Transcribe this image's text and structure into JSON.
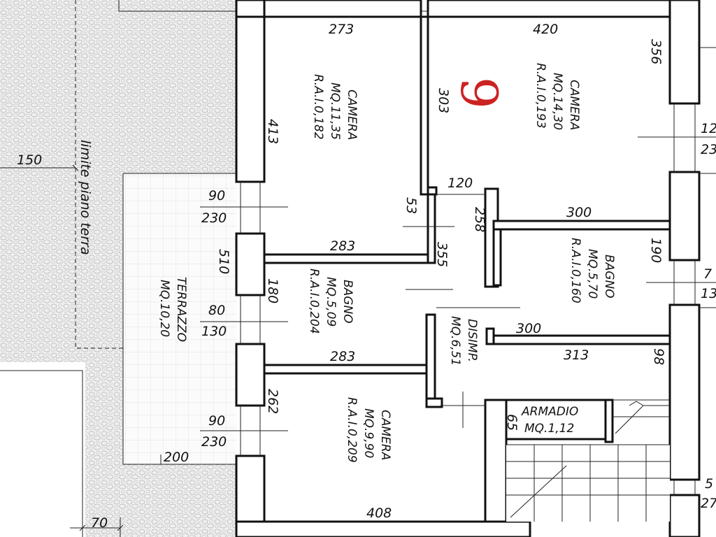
{
  "plan": {
    "labels": {
      "limite": "limite piano terra",
      "dim_150": "150",
      "dim_70": "70",
      "dim_200": "200",
      "dim_90a": "90",
      "dim_230a": "230",
      "dim_510": "510",
      "dim_80": "80",
      "dim_130a": "130",
      "dim_90b": "90",
      "dim_230b": "230",
      "dim_413": "413",
      "dim_273": "273",
      "dim_283a": "283",
      "dim_180": "180",
      "dim_283b": "283",
      "dim_262": "262",
      "dim_408": "408",
      "dim_53": "53",
      "dim_120": "120",
      "dim_258": "258",
      "dim_355": "355",
      "dim_420": "420",
      "dim_356": "356",
      "dim_303": "303",
      "dim_300a": "300",
      "dim_190": "190",
      "dim_300b": "300",
      "dim_313": "313",
      "dim_98": "98",
      "dim_65": "65",
      "edge_12": "12",
      "edge_23": "23",
      "edge_7": "7",
      "edge_13": "13",
      "edge_5": "5",
      "edge_27": "27",
      "handwritten_number": "9"
    },
    "rooms": {
      "terrazzo": {
        "name": "TERRAZZO",
        "area": "MQ.10,20"
      },
      "camera1": {
        "name": "CAMERA",
        "area": "MQ.11,35",
        "rai": "R.A.I.0,182"
      },
      "bagno1": {
        "name": "BAGNO",
        "area": "MQ.5,09",
        "rai": "R.A.I.0,204"
      },
      "camera3": {
        "name": "CAMERA",
        "area": "MQ.9,90",
        "rai": "R.A.I.0,209"
      },
      "camera2": {
        "name": "CAMERA",
        "area": "MQ.14,30",
        "rai": "R.A.I.0,193"
      },
      "bagno2": {
        "name": "BAGNO",
        "area": "MQ.5,70",
        "rai": "R.A.I.0,160"
      },
      "disimp": {
        "name": "DISIMP.",
        "area": "MQ.6,51"
      },
      "armadio": {
        "name": "ARMADIO",
        "area": "MQ.1,12"
      }
    },
    "colors": {
      "ink": "#111111",
      "annotation": "#cc2222",
      "paving": "#e3e3e3"
    }
  }
}
